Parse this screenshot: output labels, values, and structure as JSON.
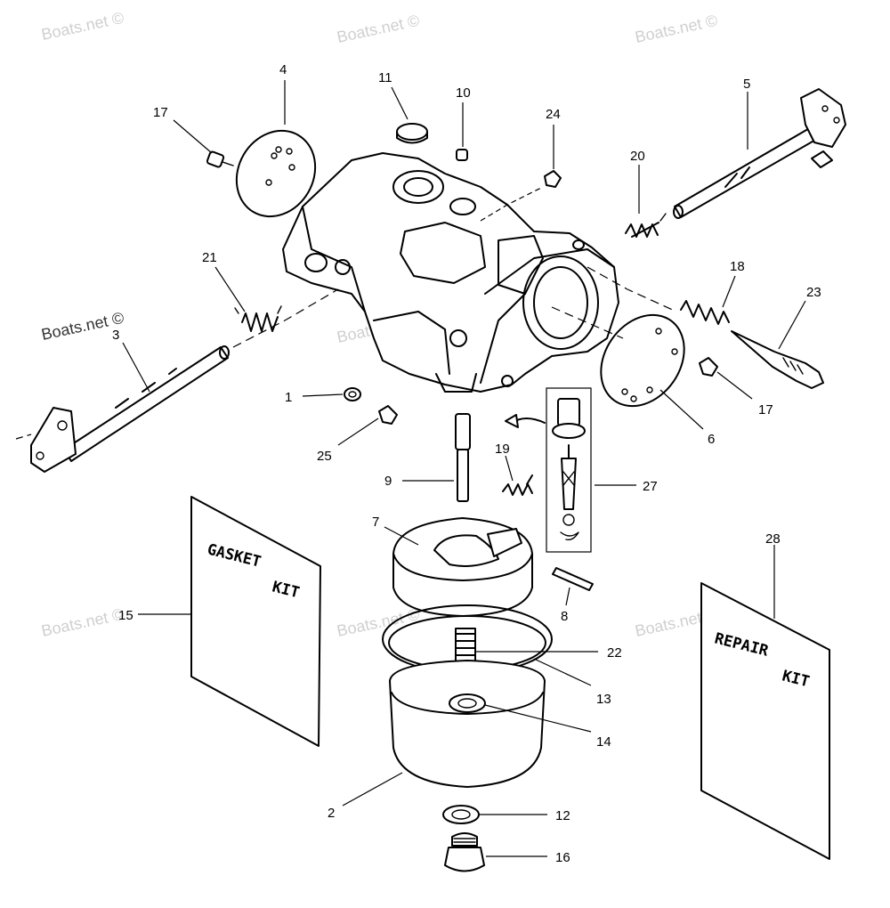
{
  "watermark": "Boats.net ©",
  "kits": {
    "gasket_line1": "GASKET",
    "gasket_line2": "KIT",
    "repair_line1": "REPAIR",
    "repair_line2": "KIT"
  },
  "callouts": {
    "c1": "1",
    "c2": "2",
    "c3": "3",
    "c4": "4",
    "c5": "5",
    "c6": "6",
    "c7": "7",
    "c8": "8",
    "c9": "9",
    "c10": "10",
    "c11": "11",
    "c12": "12",
    "c13": "13",
    "c14": "14",
    "c15": "15",
    "c16": "16",
    "c17a": "17",
    "c17b": "17",
    "c18": "18",
    "c19": "19",
    "c20": "20",
    "c21": "21",
    "c22": "22",
    "c23": "23",
    "c24": "24",
    "c25": "25",
    "c27": "27",
    "c28": "28"
  }
}
